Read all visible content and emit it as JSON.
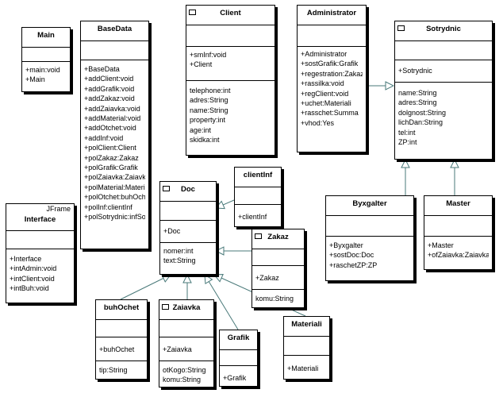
{
  "classes": {
    "main": {
      "name": "Main",
      "attrs": [],
      "methods": [
        "+main:void",
        "+Main"
      ]
    },
    "basedata": {
      "name": "BaseData",
      "attrs": [],
      "methods": [
        "+BaseData",
        "+addClient:void",
        "+addGrafik:void",
        "+addZakaz:void",
        "+addZaiavka:void",
        "+addMaterial:void",
        "+addOtchet:void",
        "+addInf:void",
        "+polClient:Client",
        "+polZakaz:Zakaz",
        "+polGrafik:Grafik",
        "+polZaiavka:Zaiavka",
        "+polMaterial:Materiali",
        "+polOtchet:buhOchet",
        "+polInf:clientInf",
        "+polSotrydnic:infSotr"
      ]
    },
    "client": {
      "name": "Client",
      "methods": [
        "+smInf:void",
        "+Client"
      ],
      "attrs": [
        "telephone:int",
        "adres:String",
        "name:String",
        "property:int",
        "age:int",
        "skidka:int"
      ]
    },
    "administrator": {
      "name": "Administrator",
      "attrs": [],
      "methods": [
        "+Administrator",
        "+sostGrafik:Grafik",
        "+regestration:Zakaz",
        "+rassilka:void",
        "+regClient:void",
        "+uchet:Materiali",
        "+rasschet:Summa",
        "+vhod:Yes"
      ]
    },
    "sotrydnic": {
      "name": "Sotrydnic",
      "methods": [
        "+Sotrydnic"
      ],
      "attrs": [
        "name:String",
        "adres:String",
        "dolgnost:String",
        "lichDan:String",
        "tel:int",
        "ZP:int"
      ]
    },
    "interface": {
      "name": "Interface",
      "stereotype": "JFrame",
      "attrs": [],
      "methods": [
        "+Interface",
        "+intAdmin:void",
        "+intClient:void",
        "+intBuh:void"
      ]
    },
    "clientinf": {
      "name": "clientInf",
      "attrs": [],
      "methods": [
        "+clientInf"
      ]
    },
    "doc": {
      "name": "Doc",
      "methods": [
        "+Doc"
      ],
      "attrs": [
        "nomer:int",
        "text:String"
      ]
    },
    "zakaz": {
      "name": "Zakaz",
      "methods": [
        "+Zakaz"
      ],
      "attrs": [
        "komu:String"
      ]
    },
    "byxgalter": {
      "name": "Byxgalter",
      "attrs": [],
      "methods": [
        "+Byxgalter",
        "+sostDoc:Doc",
        "+raschetZP:ZP"
      ]
    },
    "master": {
      "name": "Master",
      "attrs": [],
      "methods": [
        "+Master",
        "+ofZaiavka:Zaiavka"
      ]
    },
    "buhochet": {
      "name": "buhOchet",
      "methods": [
        "+buhOchet"
      ],
      "attrs": [
        "tip:String"
      ]
    },
    "zaiavka": {
      "name": "Zaiavka",
      "methods": [
        "+Zaiavka"
      ],
      "attrs": [
        "otKogo:String",
        "komu:String"
      ]
    },
    "grafik": {
      "name": "Grafik",
      "methods": [
        "+Grafik"
      ],
      "attrs": []
    },
    "materiali": {
      "name": "Materiali",
      "methods": [
        "+Materiali"
      ],
      "attrs": []
    }
  }
}
